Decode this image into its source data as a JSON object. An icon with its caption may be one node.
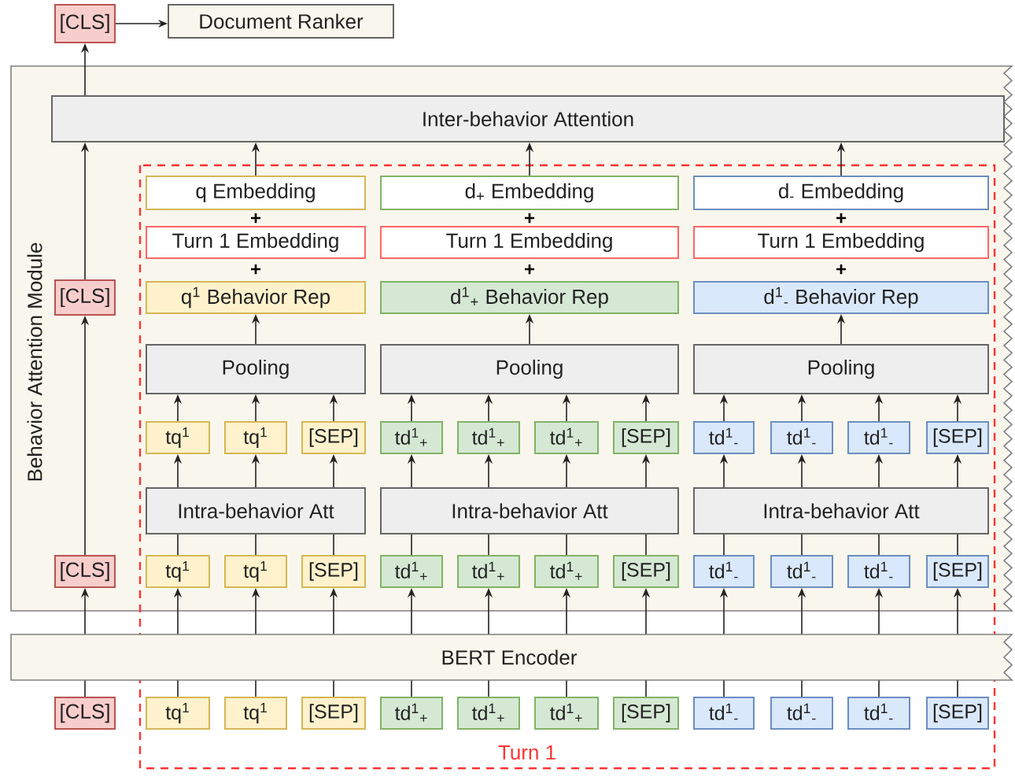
{
  "diagram": {
    "nodes": [
      {
        "text": [
          "Behavior Attention Module"
        ]
      },
      {
        "text": [
          "Turn 1"
        ]
      },
      {
        "text": [
          "[CLS]"
        ]
      },
      {
        "text": [
          "Document Ranker"
        ]
      },
      {
        "text": [
          "Inter-behavior Attention"
        ],
        "in": 0
      },
      {
        "text": [
          "q Embedding"
        ]
      },
      {
        "text": [
          "d$_{+}$ Embedding"
        ]
      },
      {
        "text": [
          "d$_{-}$ Embedding"
        ]
      },
      {
        "text": [
          "Turn 1 Embedding"
        ]
      },
      {
        "text": [
          "Turn 1 Embedding"
        ]
      },
      {
        "text": [
          "Turn 1 Embedding"
        ]
      },
      {
        "text": [
          "[CLS]"
        ],
        "in": 0
      },
      {
        "text": [
          "q$^{1}$ Behavior Rep"
        ]
      },
      {
        "text": [
          "d$^{1}$$_{+}$ Behavior Rep"
        ]
      },
      {
        "text": [
          "d$^{1}$$_{-}$ Behavior Rep"
        ]
      },
      {
        "text": [
          "Pooling"
        ]
      },
      {
        "text": [
          "Pooling"
        ]
      },
      {
        "text": [
          "Pooling"
        ]
      },
      {
        "text": [
          "tq$^{1}$"
        ]
      },
      {
        "text": [
          "tq$^{1}$"
        ]
      },
      {
        "text": [
          "[SEP]"
        ]
      },
      {
        "text": [
          "td$^{1}$$_{+}$"
        ]
      },
      {
        "text": [
          "td$^{1}$$_{+}$"
        ]
      },
      {
        "text": [
          "td$^{1}$$_{+}$"
        ]
      },
      {
        "text": [
          "[SEP]"
        ]
      },
      {
        "text": [
          "td$^{1}$$_{-}$"
        ]
      },
      {
        "text": [
          "td$^{1}$$_{-}$"
        ]
      },
      {
        "text": [
          "td$^{1}$$_{-}$"
        ]
      },
      {
        "text": [
          "[SEP]"
        ]
      },
      {
        "text": [
          "Intra-behavior Att"
        ]
      },
      {
        "text": [
          "Intra-behavior Att"
        ]
      },
      {
        "text": [
          "Intra-behavior Att"
        ]
      },
      {
        "text": [
          "[CLS]"
        ],
        "in": 0
      },
      {
        "text": [
          "tq$^{1}$"
        ]
      },
      {
        "text": [
          "tq$^{1}$"
        ]
      },
      {
        "text": [
          "[SEP]"
        ]
      },
      {
        "text": [
          "td$^{1}$$_{+}$"
        ]
      },
      {
        "text": [
          "td$^{1}$$_{+}$"
        ]
      },
      {
        "text": [
          "td$^{1}$$_{+}$"
        ]
      },
      {
        "text": [
          "[SEP]"
        ]
      },
      {
        "text": [
          "td$^{1}$$_{-}$"
        ]
      },
      {
        "text": [
          "td$^{1}$$_{-}$"
        ]
      },
      {
        "text": [
          "td$^{1}$$_{-}$"
        ]
      },
      {
        "text": [
          "[SEP]"
        ]
      },
      {
        "text": [
          "BERT Encoder"
        ]
      },
      {
        "text": [
          "[CLS]"
        ]
      },
      {
        "text": [
          "tq$^{1}$"
        ],
        "in": 1
      },
      {
        "text": [
          "tq$^{1}$"
        ],
        "in": 1
      },
      {
        "text": [
          "[SEP]"
        ],
        "in": 1
      },
      {
        "text": [
          "td$^{1}$$_{+}$"
        ],
        "in": 1
      },
      {
        "text": [
          "td$^{1}$$_{+}$"
        ],
        "in": 1
      },
      {
        "text": [
          "td$^{1}$$_{+}$"
        ],
        "in": 1
      },
      {
        "text": [
          "[SEP]"
        ],
        "in": 1
      },
      {
        "text": [
          "td$^{1}$$_{-}$"
        ],
        "in": 1
      },
      {
        "text": [
          "td$^{1}$$_{-}$"
        ],
        "in": 1
      },
      {
        "text": [
          "td$^{1}$$_{-}$"
        ],
        "in": 1
      },
      {
        "text": [
          "[SEP]"
        ],
        "in": 1
      }
    ],
    "edges": [
      {
        "from": 2,
        "to": 3,
        "arrow": "to"
      },
      {
        "from": 4,
        "to": 2,
        "arrow": "to"
      },
      {
        "from": 5,
        "to": 4,
        "arrow": "to"
      },
      {
        "from": 6,
        "to": 4,
        "arrow": "to"
      },
      {
        "from": 7,
        "to": 4,
        "arrow": "to"
      },
      {
        "from": 11,
        "to": 4,
        "arrow": "to"
      },
      {
        "from": 15,
        "to": 12,
        "arrow": "to"
      },
      {
        "from": 16,
        "to": 13,
        "arrow": "to"
      },
      {
        "from": 17,
        "to": 14,
        "arrow": "to"
      },
      {
        "from": 18,
        "to": 15,
        "arrow": "to"
      },
      {
        "from": 19,
        "to": 15,
        "arrow": "to"
      },
      {
        "from": 20,
        "to": 15,
        "arrow": "to"
      },
      {
        "from": 21,
        "to": 16,
        "arrow": "to"
      },
      {
        "from": 22,
        "to": 16,
        "arrow": "to"
      },
      {
        "from": 23,
        "to": 16,
        "arrow": "to"
      },
      {
        "from": 24,
        "to": 16,
        "arrow": "to"
      },
      {
        "from": 25,
        "to": 17,
        "arrow": "to"
      },
      {
        "from": 26,
        "to": 17,
        "arrow": "to"
      },
      {
        "from": 27,
        "to": 17,
        "arrow": "to"
      },
      {
        "from": 28,
        "to": 17,
        "arrow": "to"
      },
      {
        "from": 29,
        "to": 18,
        "arrow": "to"
      },
      {
        "from": 29,
        "to": 19,
        "arrow": "to"
      },
      {
        "from": 29,
        "to": 20,
        "arrow": "to"
      },
      {
        "from": 30,
        "to": 21,
        "arrow": "to"
      },
      {
        "from": 30,
        "to": 22,
        "arrow": "to"
      },
      {
        "from": 30,
        "to": 23,
        "arrow": "to"
      },
      {
        "from": 30,
        "to": 24,
        "arrow": "to"
      },
      {
        "from": 31,
        "to": 25,
        "arrow": "to"
      },
      {
        "from": 31,
        "to": 26,
        "arrow": "to"
      },
      {
        "from": 31,
        "to": 27,
        "arrow": "to"
      },
      {
        "from": 31,
        "to": 28,
        "arrow": "to"
      },
      {
        "from": 32,
        "to": 11,
        "arrow": "to"
      },
      {
        "from": 33,
        "to": 29,
        "arrow": "none"
      },
      {
        "from": 34,
        "to": 29,
        "arrow": "none"
      },
      {
        "from": 35,
        "to": 29,
        "arrow": "none"
      },
      {
        "from": 36,
        "to": 30,
        "arrow": "none"
      },
      {
        "from": 37,
        "to": 30,
        "arrow": "none"
      },
      {
        "from": 38,
        "to": 30,
        "arrow": "none"
      },
      {
        "from": 39,
        "to": 30,
        "arrow": "none"
      },
      {
        "from": 40,
        "to": 31,
        "arrow": "none"
      },
      {
        "from": 41,
        "to": 31,
        "arrow": "none"
      },
      {
        "from": 42,
        "to": 31,
        "arrow": "none"
      },
      {
        "from": 43,
        "to": 31,
        "arrow": "none"
      },
      {
        "from": 44,
        "to": 32,
        "arrow": "to"
      },
      {
        "from": 44,
        "to": 33,
        "arrow": "to"
      },
      {
        "from": 44,
        "to": 34,
        "arrow": "to"
      },
      {
        "from": 44,
        "to": 35,
        "arrow": "to"
      },
      {
        "from": 44,
        "to": 36,
        "arrow": "to"
      },
      {
        "from": 44,
        "to": 37,
        "arrow": "to"
      },
      {
        "from": 44,
        "to": 38,
        "arrow": "to"
      },
      {
        "from": 44,
        "to": 39,
        "arrow": "to"
      },
      {
        "from": 44,
        "to": 40,
        "arrow": "to"
      },
      {
        "from": 44,
        "to": 41,
        "arrow": "to"
      },
      {
        "from": 44,
        "to": 42,
        "arrow": "to"
      },
      {
        "from": 44,
        "to": 43,
        "arrow": "to"
      },
      {
        "from": 45,
        "to": 44,
        "arrow": "none"
      },
      {
        "from": 46,
        "to": 44,
        "arrow": "none"
      },
      {
        "from": 47,
        "to": 44,
        "arrow": "none"
      },
      {
        "from": 48,
        "to": 44,
        "arrow": "none"
      },
      {
        "from": 49,
        "to": 44,
        "arrow": "none"
      },
      {
        "from": 50,
        "to": 44,
        "arrow": "none"
      },
      {
        "from": 51,
        "to": 44,
        "arrow": "none"
      },
      {
        "from": 52,
        "to": 44,
        "arrow": "none"
      },
      {
        "from": 53,
        "to": 44,
        "arrow": "none"
      },
      {
        "from": 54,
        "to": 44,
        "arrow": "none"
      },
      {
        "from": 55,
        "to": 44,
        "arrow": "none"
      },
      {
        "from": 56,
        "to": 44,
        "arrow": "none"
      }
    ],
    "labels": [
      "+",
      "+",
      "+",
      "+",
      "+",
      "+"
    ]
  }
}
